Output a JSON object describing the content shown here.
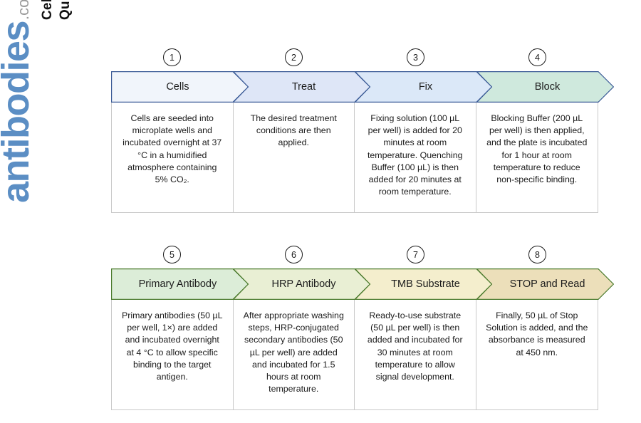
{
  "title": {
    "text": "Cell Based ELISA Kits\nQuick Protocol"
  },
  "logo": {
    "name": "antibodies",
    "suffix": ".com",
    "color": "#5b8ec4",
    "suffix_color": "#9a9a9a"
  },
  "diagram": {
    "type": "process-flow",
    "rows": [
      {
        "row_index": 1,
        "border_color": "#3a5a96",
        "steps": [
          {
            "number": "1",
            "label": "Cells",
            "fill": "#f1f5fb",
            "body": "Cells are seeded into microplate wells and incubated overnight at 37 °C in a humidified atmosphere containing 5% CO₂."
          },
          {
            "number": "2",
            "label": "Treat",
            "fill": "#dee6f7",
            "body": "The desired treatment conditions are then applied."
          },
          {
            "number": "3",
            "label": "Fix",
            "fill": "#dbe8f8",
            "body": "Fixing solution (100 µL per well) is added for 20 minutes at room temperature. Quenching Buffer (100 µL) is then added for 20 minutes at room temperature."
          },
          {
            "number": "4",
            "label": "Block",
            "fill": "#cfe9dd",
            "body": "Blocking Buffer (200 µL per well) is then applied, and the plate is incubated for 1 hour at room temperature to reduce non-specific binding."
          }
        ]
      },
      {
        "row_index": 2,
        "border_color": "#4a7a2c",
        "steps": [
          {
            "number": "5",
            "label": "Primary Antibody",
            "fill": "#dcedd8",
            "body": "Primary antibodies (50 µL per well, 1×) are added and incubated overnight at 4 °C to allow specific binding to the target antigen."
          },
          {
            "number": "6",
            "label": "HRP Antibody",
            "fill": "#e9efd4",
            "body": "After appropriate washing steps, HRP-conjugated secondary antibodies (50 µL per well) are added and incubated for 1.5 hours at room temperature."
          },
          {
            "number": "7",
            "label": "TMB Substrate",
            "fill": "#f4eecd",
            "body": "Ready-to-use substrate (50 µL per well) is then added and incubated for 30 minutes at room temperature to allow signal development."
          },
          {
            "number": "8",
            "label": "STOP and Read",
            "fill": "#ecdfba",
            "body": "Finally, 50 µL of Stop Solution is added, and the absorbance is measured at 450 nm."
          }
        ]
      }
    ]
  }
}
